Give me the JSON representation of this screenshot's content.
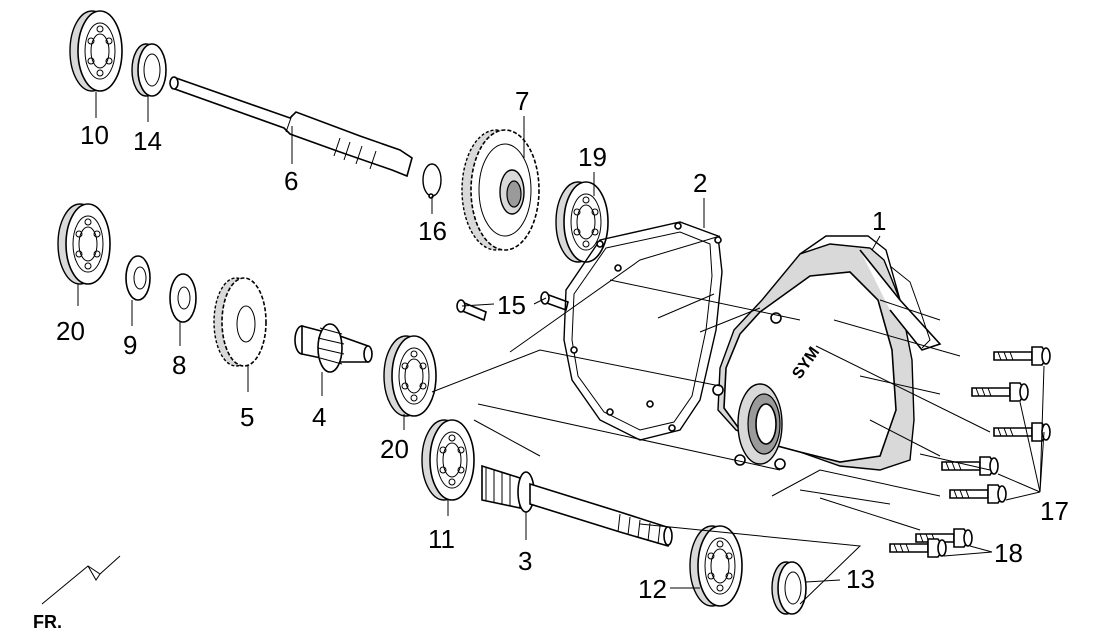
{
  "labels": {
    "l1": "1",
    "l2": "2",
    "l3": "3",
    "l4": "4",
    "l5": "5",
    "l6": "6",
    "l7": "7",
    "l8": "8",
    "l9": "9",
    "l10": "10",
    "l11": "11",
    "l12": "12",
    "l13": "13",
    "l14": "14",
    "l15": "15",
    "l16": "16",
    "l17": "17",
    "l18": "18",
    "l19": "19",
    "l20a": "20",
    "l20b": "20"
  },
  "direction_label": "FR.",
  "cover_text": "SYM"
}
